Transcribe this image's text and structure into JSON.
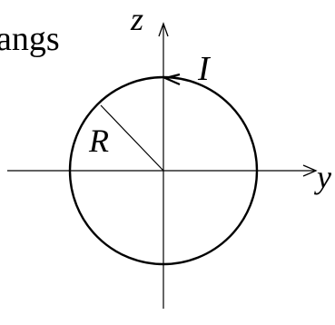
{
  "text_fragment": "angs",
  "axes": {
    "vertical_label": "z",
    "horizontal_label": "y"
  },
  "radius_label": "R",
  "current_label": "I"
}
